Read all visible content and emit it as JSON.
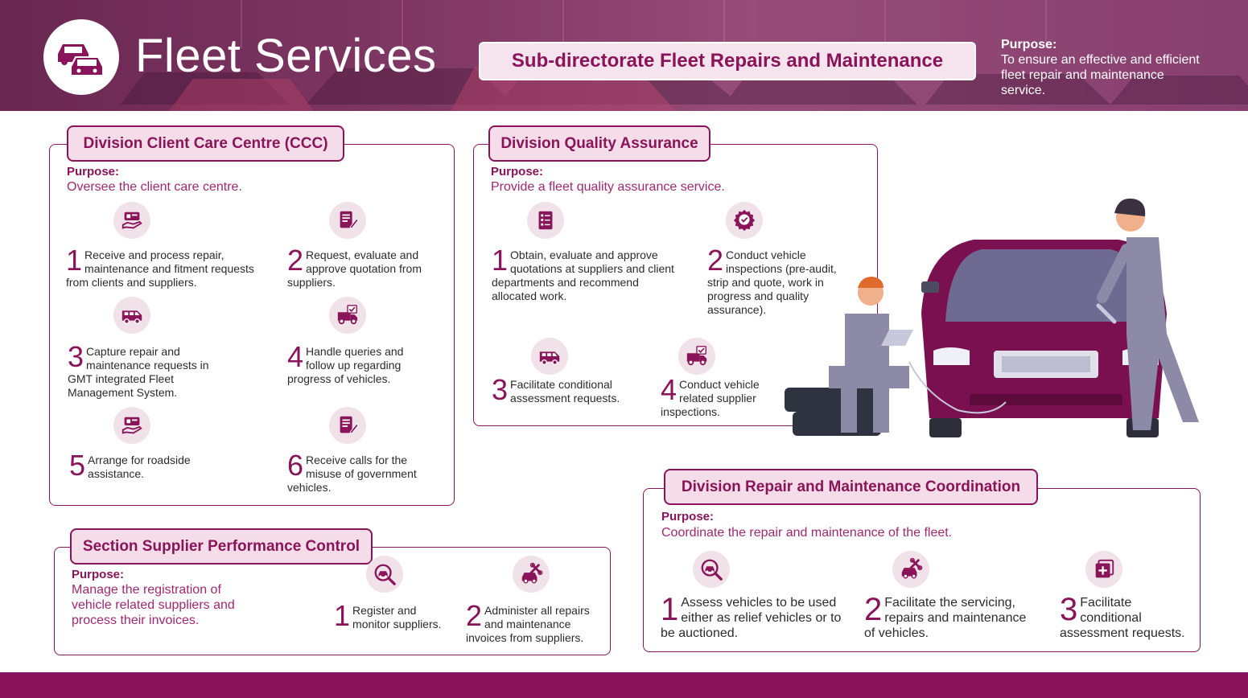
{
  "header": {
    "title": "Fleet Services",
    "subdirectorate": "Sub-directorate Fleet Repairs and Maintenance",
    "purpose_label": "Purpose:",
    "purpose_text": "To ensure an effective and efficient fleet repair and maintenance service."
  },
  "ccc": {
    "title": "Division Client Care Centre (CCC)",
    "purpose_label": "Purpose:",
    "purpose_text": "Oversee the client care centre.",
    "items": [
      {
        "num": "1",
        "text": "Receive and process repair, maintenance and fitment requests from clients and suppliers.",
        "icon": "hand-card-icon"
      },
      {
        "num": "2",
        "text": "Request, evaluate and approve quotation from suppliers.",
        "icon": "document-edit-icon"
      },
      {
        "num": "3",
        "text": "Capture repair and maintenance requests in GMT integrated Fleet Management System.",
        "icon": "van-icon"
      },
      {
        "num": "4",
        "text": "Handle queries and follow up regarding progress of vehicles.",
        "icon": "truck-check-icon"
      },
      {
        "num": "5",
        "text": "Arrange for roadside assistance.",
        "icon": "hand-card-icon"
      },
      {
        "num": "6",
        "text": "Receive calls for the misuse of government vehicles.",
        "icon": "document-edit-icon"
      }
    ]
  },
  "qa": {
    "title": "Division Quality Assurance",
    "purpose_label": "Purpose:",
    "purpose_text": "Provide a fleet quality assurance service.",
    "items": [
      {
        "num": "1",
        "text": "Obtain, evaluate and approve quotations at suppliers and client departments and recommend allocated work.",
        "icon": "checklist-icon"
      },
      {
        "num": "2",
        "text": "Conduct vehicle inspections (pre-audit, strip and quote, work in progress and quality assurance).",
        "icon": "quality-badge-icon"
      },
      {
        "num": "3",
        "text": "Facilitate conditional assessment requests.",
        "icon": "van-icon"
      },
      {
        "num": "4",
        "text": "Conduct vehicle related supplier inspections.",
        "icon": "truck-check-icon"
      }
    ]
  },
  "spc": {
    "title": "Section Supplier Performance Control",
    "purpose_label": "Purpose:",
    "purpose_text": "Manage the registration of vehicle related suppliers and process their invoices.",
    "items": [
      {
        "num": "1",
        "text": "Register and monitor suppliers.",
        "icon": "car-search-icon"
      },
      {
        "num": "2",
        "text": "Administer all repairs and maintenance invoices from suppliers.",
        "icon": "car-repair-icon"
      }
    ]
  },
  "rmc": {
    "title": "Division Repair and Maintenance Coordination",
    "purpose_label": "Purpose:",
    "purpose_text": "Coordinate the repair and maintenance of the fleet.",
    "items": [
      {
        "num": "1",
        "text": "Assess vehicles to be used either as relief vehicles or to be auctioned.",
        "icon": "car-search-icon"
      },
      {
        "num": "2",
        "text": "Facilitate the servicing, repairs and maintenance of vehicles.",
        "icon": "car-repair-icon"
      },
      {
        "num": "3",
        "text": "Facilitate conditional assessment requests.",
        "icon": "add-square-icon"
      }
    ]
  },
  "colors": {
    "brand": "#8a1459",
    "panel_title_bg": "#f4dde9",
    "icon_bg": "#f1e2ea"
  }
}
